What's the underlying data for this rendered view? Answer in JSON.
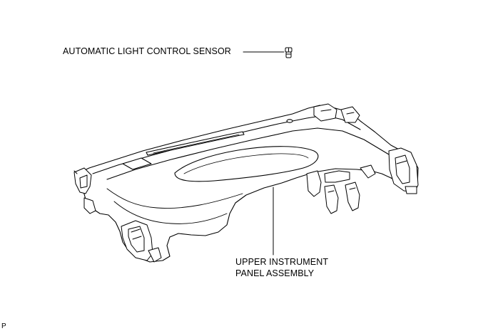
{
  "diagram": {
    "labels": {
      "sensor": "AUTOMATIC LIGHT CONTROL SENSOR",
      "panel_line1": "UPPER INSTRUMENT",
      "panel_line2": "PANEL ASSEMBLY"
    },
    "figure_code": "P"
  }
}
